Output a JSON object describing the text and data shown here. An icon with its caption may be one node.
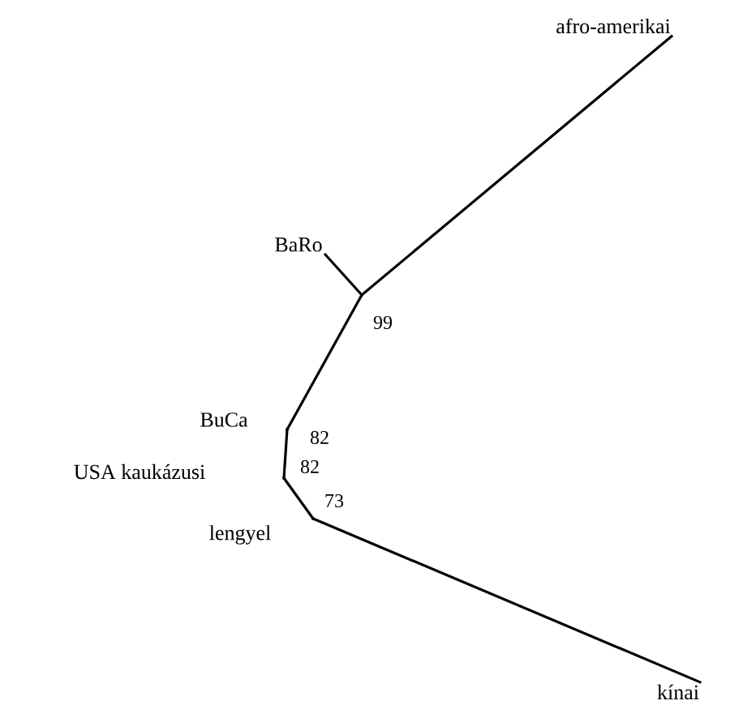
{
  "diagram": {
    "nodes": [
      {
        "text": [
          "afro-amerikai"
        ]
      },
      {
        "text": [
          "BaRo"
        ]
      },
      {
        "text": [],
        "shape": "point",
        "beside": [
          "99"
        ]
      },
      {
        "text": [],
        "shape": "point",
        "beside": [
          "BuCa",
          "82"
        ]
      },
      {
        "text": [],
        "shape": "point",
        "beside": [
          "USA kaukázusi",
          "82"
        ]
      },
      {
        "text": [],
        "shape": "point",
        "beside": [
          "lengyel",
          "73"
        ]
      },
      {
        "text": [
          "kínai"
        ]
      }
    ],
    "edges": [
      {
        "from": 2,
        "to": 0,
        "arrow": "none"
      },
      {
        "from": 2,
        "to": 1,
        "arrow": "none"
      },
      {
        "from": 2,
        "to": 3,
        "arrow": "none"
      },
      {
        "from": 3,
        "to": 4,
        "arrow": "none"
      },
      {
        "from": 4,
        "to": 5,
        "arrow": "none"
      },
      {
        "from": 5,
        "to": 6,
        "arrow": "none"
      }
    ]
  }
}
